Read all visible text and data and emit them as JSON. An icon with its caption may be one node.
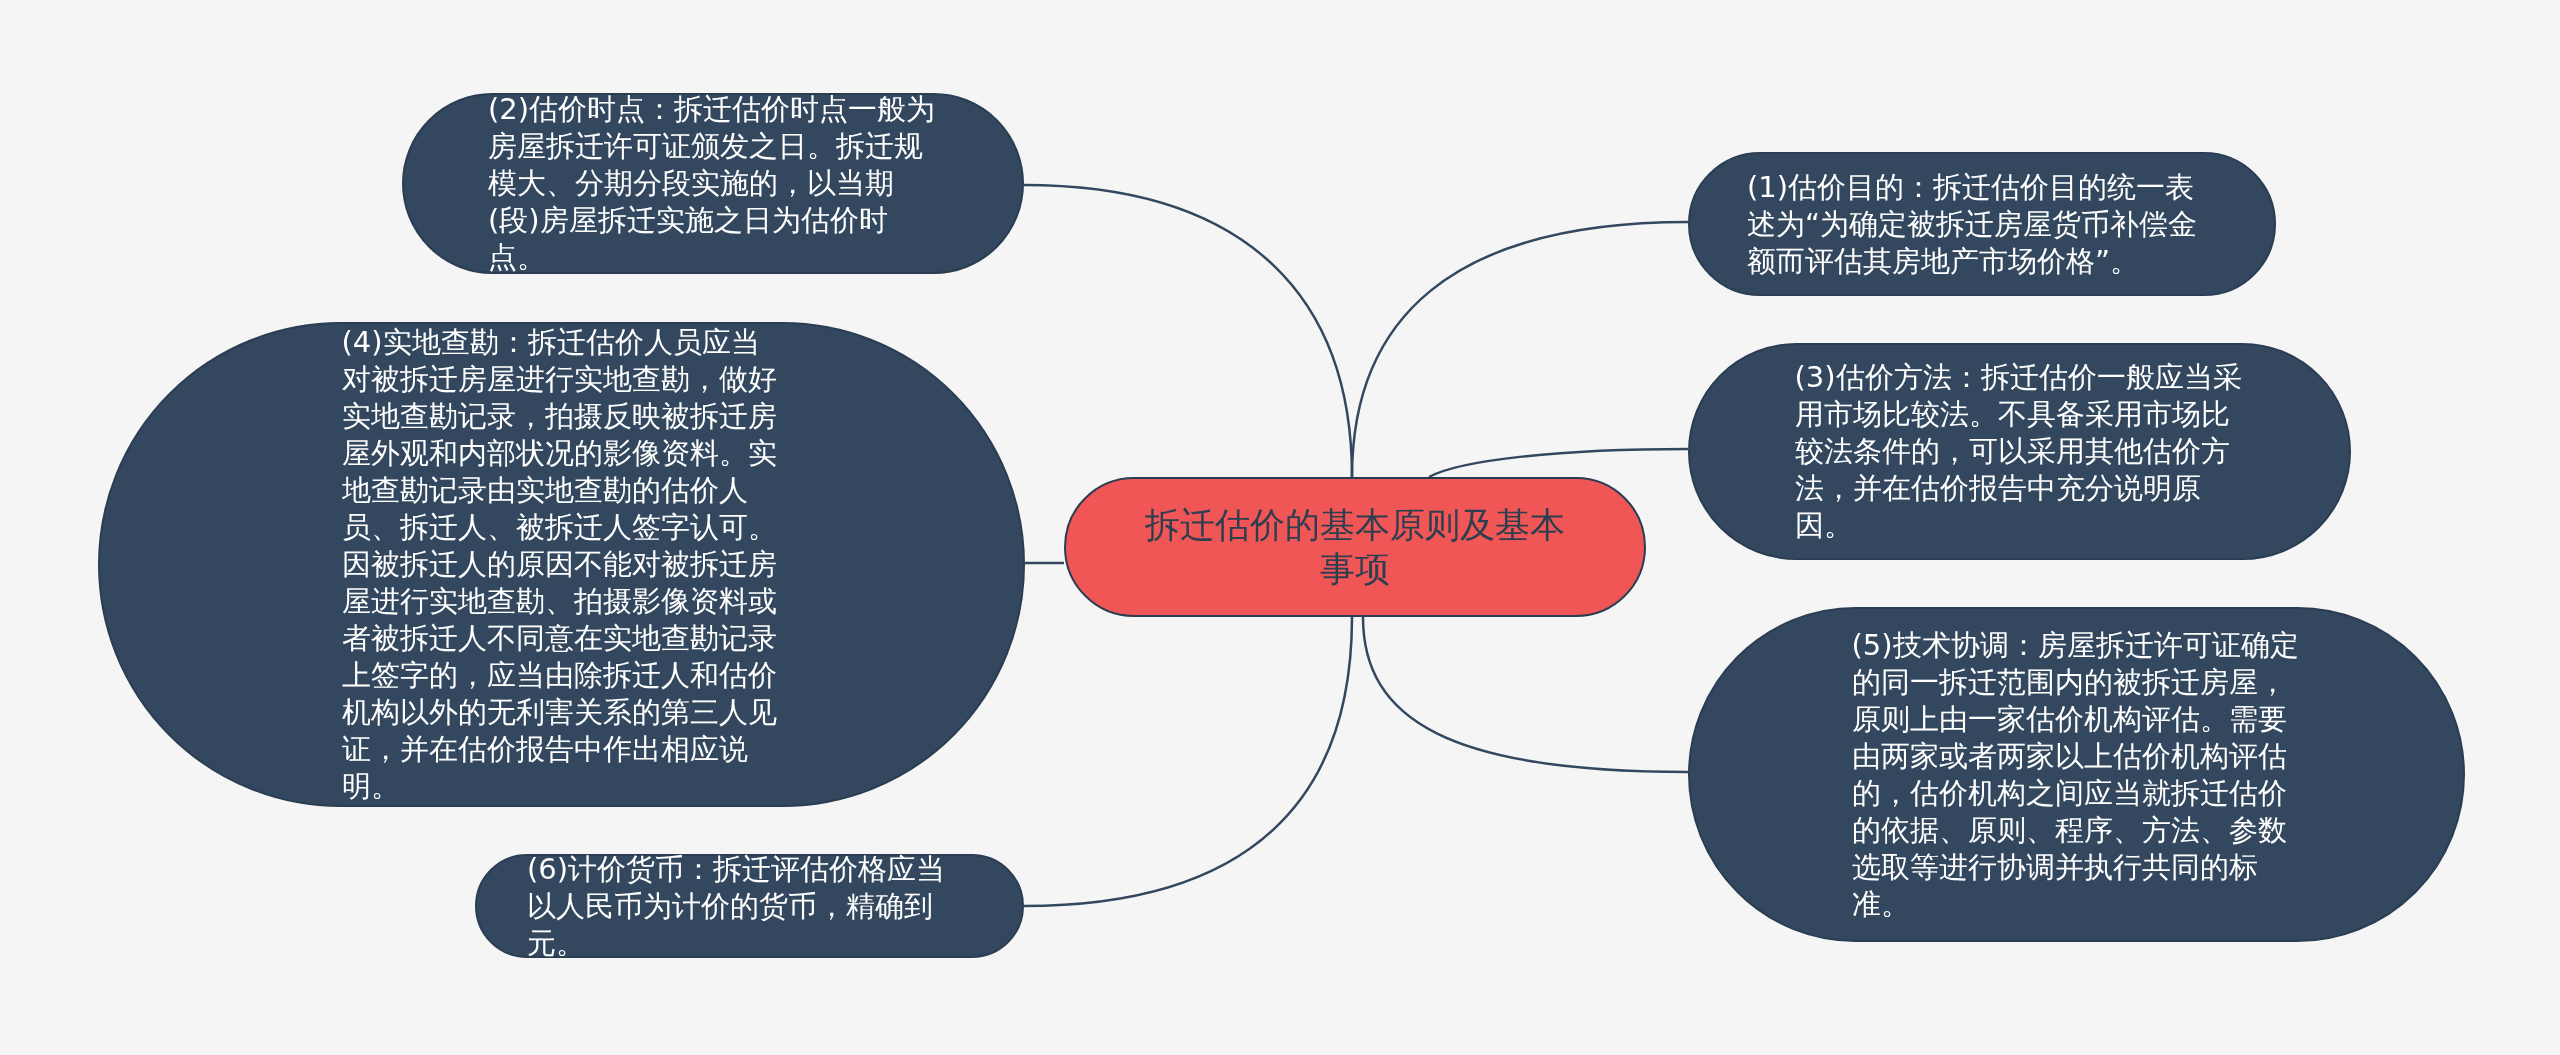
{
  "diagram": {
    "nodes": [
      {
        "text": [
          "拆迁估价的基本原则及基本事项"
        ]
      },
      {
        "text": [
          "(2)估价时点：拆迁估价时点一般为房屋拆迁许可证颁发之日。拆迁规模大、分期分段实施的，以当期(段)房屋拆迁实施之日为估价时点。"
        ]
      },
      {
        "text": [
          "(1)估价目的：拆迁估价目的统一表述为“为确定被拆迁房屋货币补偿金额而评估其房地产市场价格”。"
        ]
      },
      {
        "text": [
          "(3)估价方法：拆迁估价一般应当采用市场比较法。不具备采用市场比较法条件的，可以采用其他估价方法，并在估价报告中充分说明原因。"
        ]
      },
      {
        "text": [
          "(4)实地查勘：拆迁估价人员应当对被拆迁房屋进行实地查勘，做好实地查勘记录，拍摄反映被拆迁房屋外观和内部状况的影像资料。实地查勘记录由实地查勘的估价人员、拆迁人、被拆迁人签字认可。因被拆迁人的原因不能对被拆迁房屋进行实地查勘、拍摄影像资料或者被拆迁人不同意在实地查勘记录上签字的，应当由除拆迁人和估价机构以外的无利害关系的第三人见证，并在估价报告中作出相应说明。"
        ]
      },
      {
        "text": [
          "(5)技术协调：房屋拆迁许可证确定的同一拆迁范围内的被拆迁房屋，原则上由一家估价机构评估。需要由两家或者两家以上估价机构评估的，估价机构之间应当就拆迁估价的依据、原则、程序、方法、参数选取等进行协调并执行共同的标准。"
        ]
      },
      {
        "text": [
          "(6)计价货币：拆迁评估价格应当以人民币为计价的货币，精确到元。"
        ]
      }
    ],
    "edges": [
      {
        "from": 0,
        "to": 1,
        "arrow": "none"
      },
      {
        "from": 0,
        "to": 2,
        "arrow": "none"
      },
      {
        "from": 0,
        "to": 3,
        "arrow": "none"
      },
      {
        "from": 0,
        "to": 4,
        "arrow": "none"
      },
      {
        "from": 0,
        "to": 5,
        "arrow": "none"
      },
      {
        "from": 0,
        "to": 6,
        "arrow": "none"
      }
    ]
  }
}
